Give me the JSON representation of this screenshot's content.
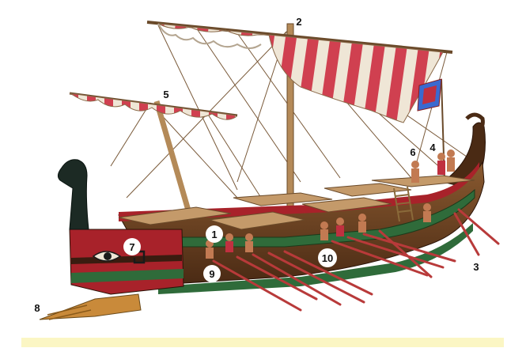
{
  "callouts": [
    {
      "id": "1",
      "label": "1"
    },
    {
      "id": "2",
      "label": "2"
    },
    {
      "id": "3",
      "label": "3"
    },
    {
      "id": "4",
      "label": "4"
    },
    {
      "id": "5",
      "label": "5"
    },
    {
      "id": "6",
      "label": "6"
    },
    {
      "id": "7",
      "label": "7"
    },
    {
      "id": "8",
      "label": "8"
    },
    {
      "id": "9",
      "label": "9"
    },
    {
      "id": "10",
      "label": "10"
    }
  ],
  "colors": {
    "hull_red": "#a8222a",
    "hull_dark": "#3a1c10",
    "hull_wood": "#7a4a26",
    "hull_green": "#2f6b3a",
    "sail_red": "#d04050",
    "sail_cream": "#efe6d6",
    "mast_wood": "#b48a58",
    "deck_wood": "#c49a6a",
    "oar": "#b83a3a",
    "skin": "#c27a52",
    "caption_bg": "#fbf6c4"
  }
}
